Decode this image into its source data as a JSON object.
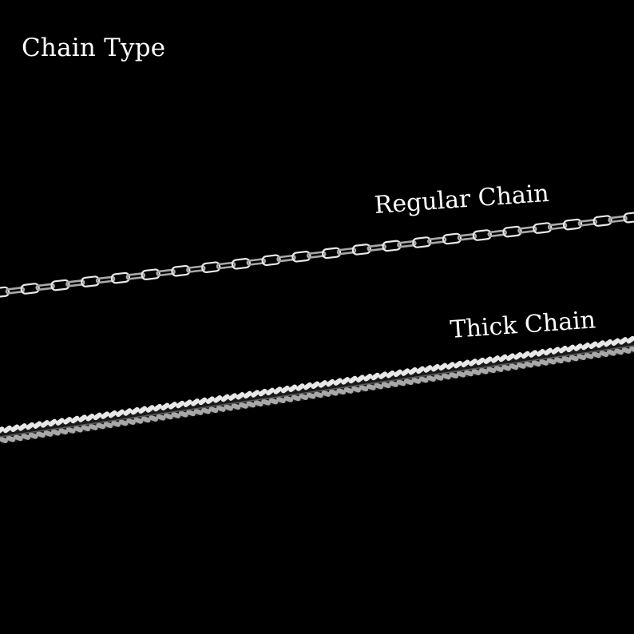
{
  "title": "Chain Type",
  "chains": [
    {
      "id": "regular",
      "label": "Regular Chain"
    },
    {
      "id": "thick",
      "label": "Thick Chain"
    }
  ],
  "colors": {
    "background": "#000000",
    "text": "#ffffff",
    "metal_light": "#e8e8e8",
    "metal_mid": "#a8a8a8",
    "metal_dark": "#5a5a5a"
  }
}
